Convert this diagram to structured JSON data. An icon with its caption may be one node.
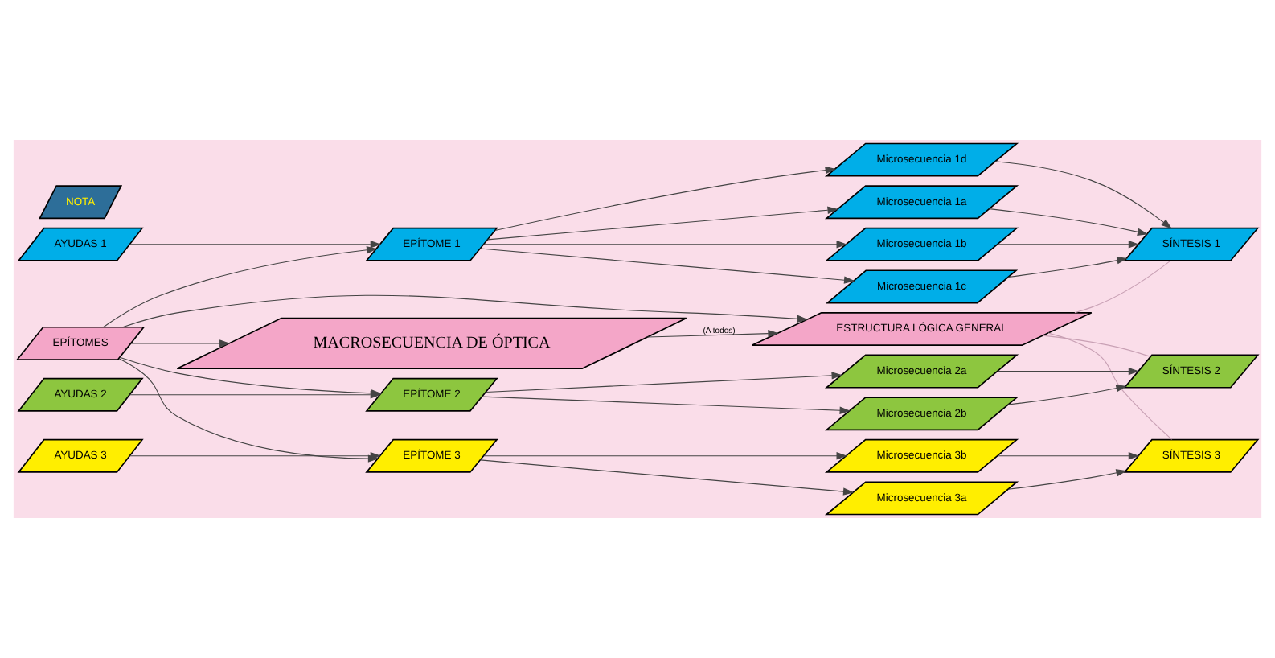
{
  "diagram": {
    "nodes": [
      {
        "text": [
          "MACROSECUENCIA DE ÓPTICA"
        ]
      },
      {
        "text": [
          "NOTA"
        ]
      },
      {
        "text": [
          "EPÍTOMES"
        ]
      },
      {
        "text": [
          "ESTRUCTURA LÓGICA GENERAL"
        ]
      },
      {
        "text": [
          "AYUDAS 1"
        ]
      },
      {
        "text": [
          "EPÍTOME 1"
        ]
      },
      {
        "text": [
          "Microsecuencia 1a"
        ]
      },
      {
        "text": [
          "Microsecuencia 1b"
        ]
      },
      {
        "text": [
          "Microsecuencia 1c"
        ]
      },
      {
        "text": [
          "Microsecuencia 1d"
        ]
      },
      {
        "text": [
          "SÍNTESIS 1"
        ]
      },
      {
        "text": [
          "AYUDAS 2"
        ]
      },
      {
        "text": [
          "EPÍTOME 2"
        ]
      },
      {
        "text": [
          "Microsecuencia 2a"
        ]
      },
      {
        "text": [
          "Microsecuencia 2b"
        ]
      },
      {
        "text": [
          "SÍNTESIS 2"
        ]
      },
      {
        "text": [
          "AYUDAS 3"
        ]
      },
      {
        "text": [
          "EPÍTOME 3"
        ]
      },
      {
        "text": [
          "Microsecuencia 3a"
        ]
      },
      {
        "text": [
          "Microsecuencia 3b"
        ]
      },
      {
        "text": [
          "SÍNTESIS 3"
        ]
      }
    ],
    "edges": [
      {
        "from": 2,
        "to": 0,
        "arrow": "to"
      },
      {
        "from": 0,
        "to": 3,
        "arrow": "to",
        "label": "(A todos)"
      },
      {
        "from": 2,
        "to": 3,
        "arrow": "to"
      },
      {
        "from": 2,
        "to": 5,
        "arrow": "to"
      },
      {
        "from": 2,
        "to": 12,
        "arrow": "to"
      },
      {
        "from": 2,
        "to": 17,
        "arrow": "to"
      },
      {
        "from": 4,
        "to": 5,
        "arrow": "to"
      },
      {
        "from": 11,
        "to": 12,
        "arrow": "to"
      },
      {
        "from": 16,
        "to": 17,
        "arrow": "to"
      },
      {
        "from": 5,
        "to": 6,
        "arrow": "to"
      },
      {
        "from": 5,
        "to": 7,
        "arrow": "to"
      },
      {
        "from": 5,
        "to": 8,
        "arrow": "to"
      },
      {
        "from": 5,
        "to": 9,
        "arrow": "to"
      },
      {
        "from": 12,
        "to": 13,
        "arrow": "to"
      },
      {
        "from": 12,
        "to": 14,
        "arrow": "to"
      },
      {
        "from": 17,
        "to": 18,
        "arrow": "to"
      },
      {
        "from": 17,
        "to": 19,
        "arrow": "to"
      },
      {
        "from": 6,
        "to": 10,
        "arrow": "to"
      },
      {
        "from": 7,
        "to": 10,
        "arrow": "to"
      },
      {
        "from": 8,
        "to": 10,
        "arrow": "to"
      },
      {
        "from": 9,
        "to": 10,
        "arrow": "to"
      },
      {
        "from": 13,
        "to": 15,
        "arrow": "to"
      },
      {
        "from": 14,
        "to": 15,
        "arrow": "to"
      },
      {
        "from": 18,
        "to": 20,
        "arrow": "to"
      },
      {
        "from": 19,
        "to": 20,
        "arrow": "to"
      },
      {
        "from": 3,
        "to": 10,
        "arrow": "none",
        "color": "#c8a0b4"
      },
      {
        "from": 3,
        "to": 15,
        "arrow": "none",
        "color": "#c8a0b4"
      },
      {
        "from": 3,
        "to": 20,
        "arrow": "none",
        "color": "#c8a0b4"
      }
    ]
  }
}
